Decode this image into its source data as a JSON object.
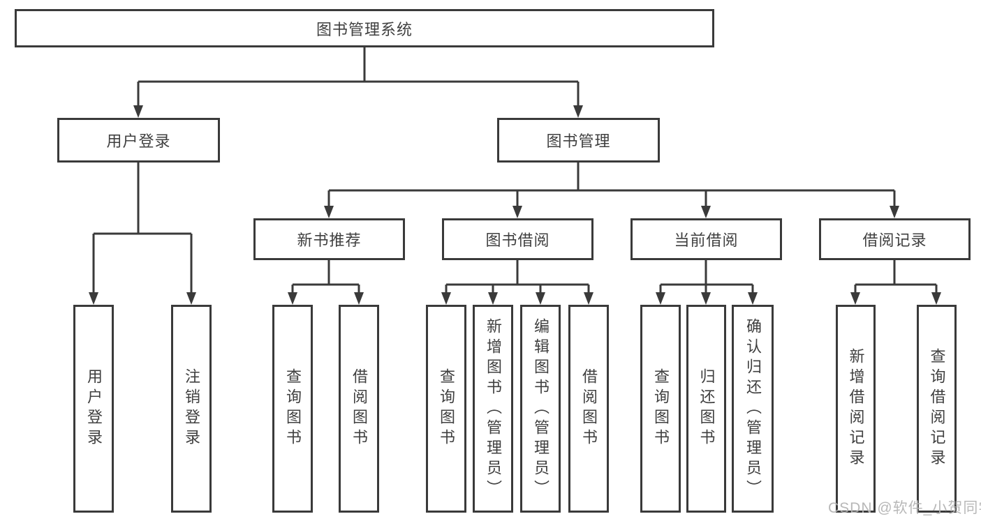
{
  "diagram": {
    "type": "tree",
    "title": "图书管理系统",
    "nodes": {
      "root": "图书管理系统",
      "user_login": "用户登录",
      "book_mgmt": "图书管理",
      "new_books": "新书推荐",
      "book_borrow": "图书借阅",
      "current_borrow": "当前借阅",
      "borrow_records": "借阅记录",
      "ul_login": "用户登录",
      "ul_logout": "注销登录",
      "nb_query": "查询图书",
      "nb_borrow": "借阅图书",
      "bb_query": "查询图书",
      "bb_add": "新增图书（管理员）",
      "bb_edit": "编辑图书（管理员）",
      "bb_borrow": "借阅图书",
      "cb_query": "查询图书",
      "cb_return": "归还图书",
      "cb_confirm": "确认归还（管理员）",
      "br_add": "新增借阅记录",
      "br_query": "查询借阅记录"
    },
    "hierarchy": {
      "图书管理系统": [
        "用户登录",
        "图书管理"
      ],
      "用户登录": [
        "用户登录",
        "注销登录"
      ],
      "图书管理": [
        "新书推荐",
        "图书借阅",
        "当前借阅",
        "借阅记录"
      ],
      "新书推荐": [
        "查询图书",
        "借阅图书"
      ],
      "图书借阅": [
        "查询图书",
        "新增图书（管理员）",
        "编辑图书（管理员）",
        "借阅图书"
      ],
      "当前借阅": [
        "查询图书",
        "归还图书",
        "确认归还（管理员）"
      ],
      "借阅记录": [
        "新增借阅记录",
        "查询借阅记录"
      ]
    },
    "colors": {
      "line": "#3a3a3a",
      "text": "#3f3f3f",
      "background": "#ffffff",
      "watermark": "#b4b4b4"
    }
  },
  "watermark": "CSDN @软件_小贺同学"
}
